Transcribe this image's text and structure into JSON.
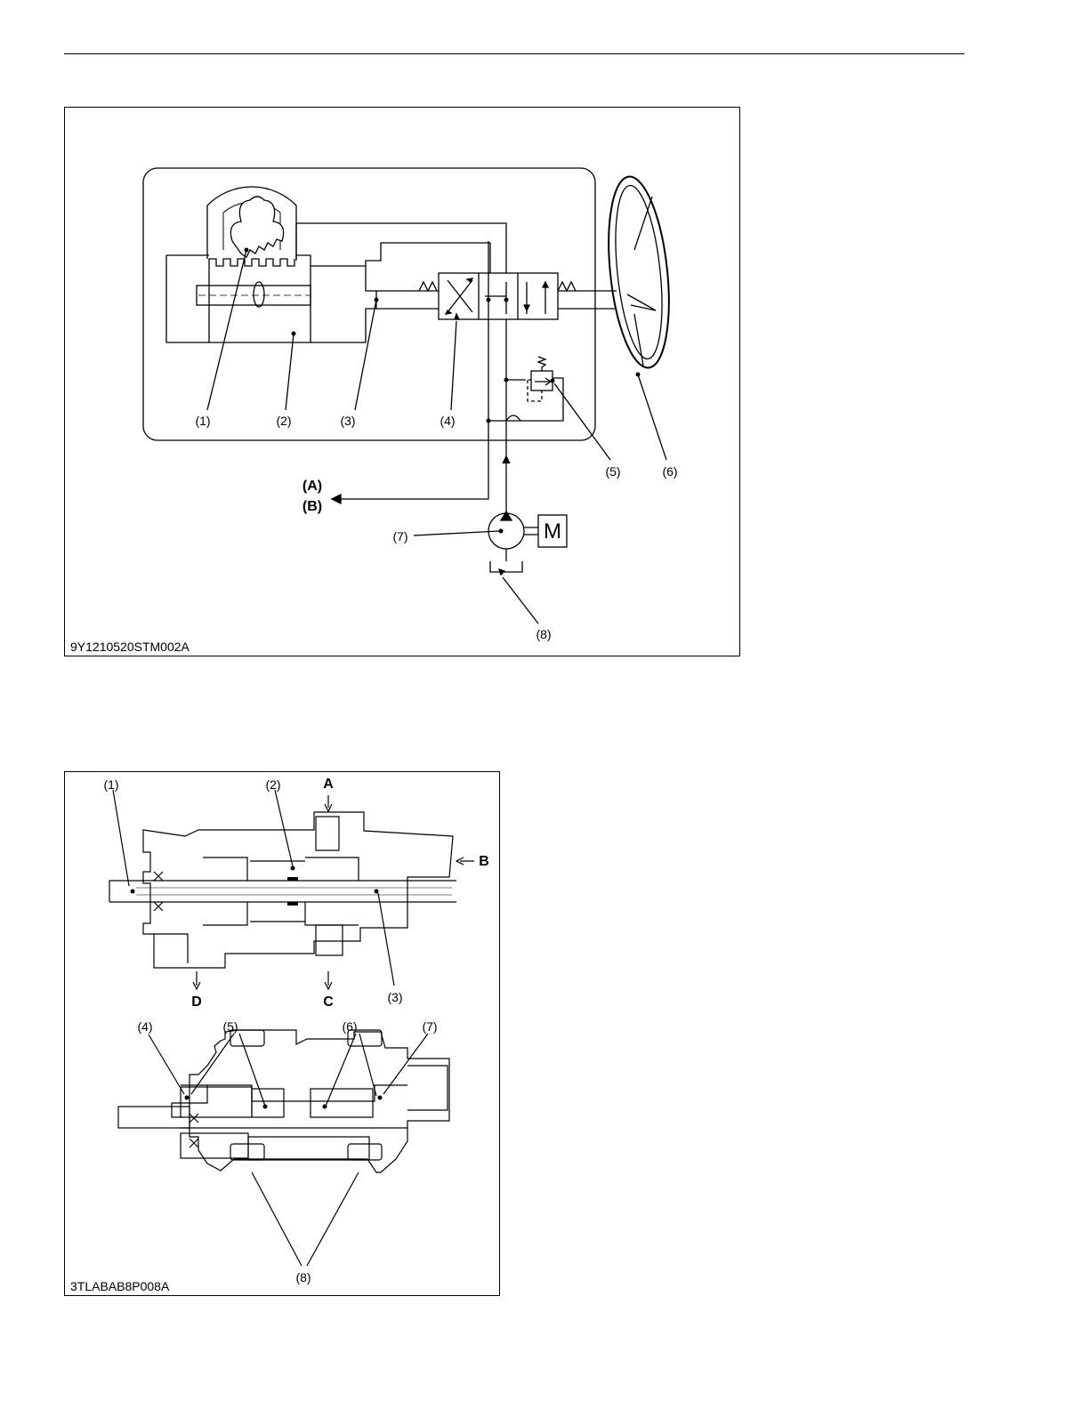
{
  "figure1": {
    "code": "9Y1210520STM002A",
    "labels": [
      "(1)",
      "(2)",
      "(3)",
      "(4)",
      "(5)",
      "(6)",
      "(7)",
      "(8)"
    ],
    "ports": [
      "(A)",
      "(B)"
    ],
    "motor": "M"
  },
  "figure2": {
    "code": "3TLABAB8P008A",
    "labels": [
      "(1)",
      "(2)",
      "(3)",
      "(4)",
      "(5)",
      "(6)",
      "(7)",
      "(8)"
    ],
    "ports": [
      "A",
      "B",
      "C",
      "D"
    ]
  }
}
